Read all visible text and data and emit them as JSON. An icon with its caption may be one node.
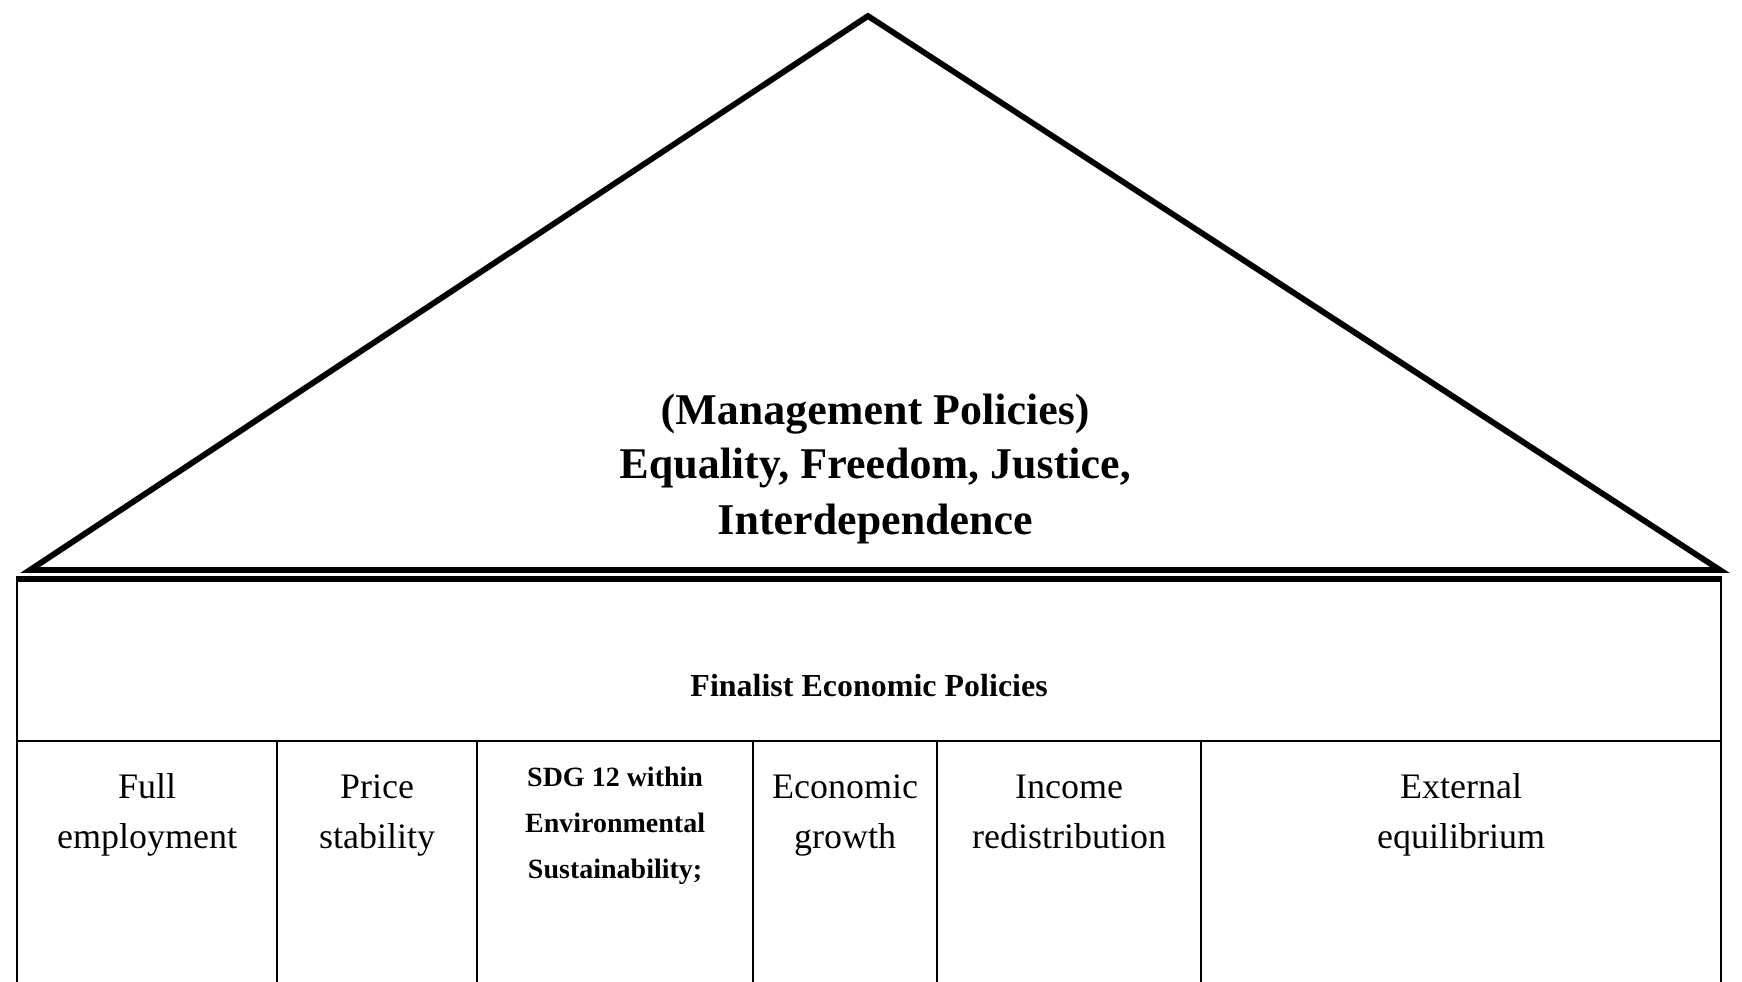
{
  "diagram": {
    "nodes": [
      {
        "text": [
          "(Management Policies)",
          "Equality, Freedom, Justice, Interdependence"
        ]
      },
      {
        "text": [
          "Finalist Economic Policies"
        ]
      },
      {
        "text": [
          "Full employment"
        ]
      },
      {
        "text": [
          "Price stability"
        ]
      },
      {
        "text": [
          "SDG 12 within Environmental Sustainability;"
        ]
      },
      {
        "text": [
          "Economic growth"
        ]
      },
      {
        "text": [
          "Income redistribution"
        ]
      },
      {
        "text": [
          "External equilibrium"
        ]
      }
    ]
  }
}
